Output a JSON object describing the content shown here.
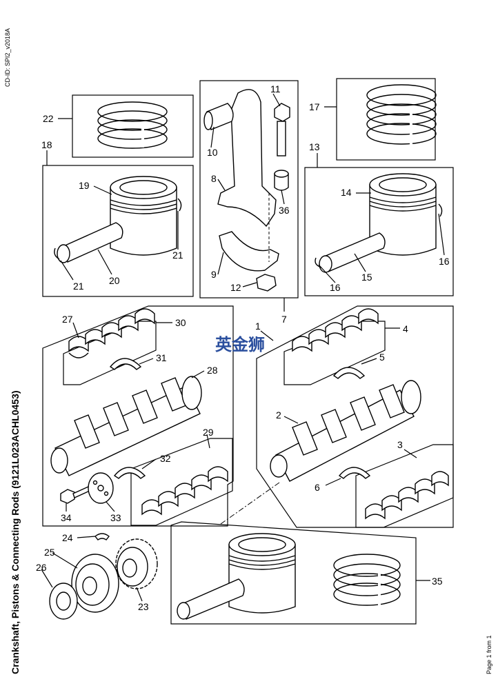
{
  "header": {
    "cd_id": "CD-ID: SPI2_v2018A",
    "title": "Crankshaft, Pistons & Connecting Rods (9121L023ACHL0453)",
    "page": "Page 1 from 1"
  },
  "watermark": "英金狮",
  "callouts": [
    "1",
    "2",
    "3",
    "4",
    "5",
    "6",
    "7",
    "8",
    "9",
    "10",
    "11",
    "12",
    "13",
    "14",
    "15",
    "16",
    "17",
    "18",
    "19",
    "20",
    "21",
    "22",
    "23",
    "24",
    "25",
    "26",
    "27",
    "28",
    "29",
    "30",
    "31",
    "32",
    "33",
    "34",
    "35",
    "36"
  ]
}
